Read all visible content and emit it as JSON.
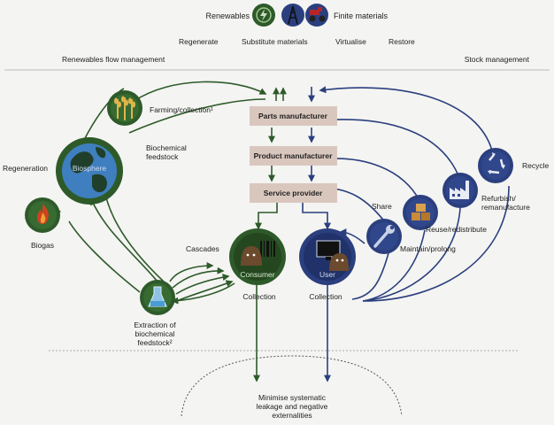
{
  "header": {
    "renewables": "Renewables",
    "finite_materials": "Finite materials",
    "regenerate": "Regenerate",
    "substitute_materials": "Substitute materials",
    "virtualise": "Virtualise",
    "restore": "Restore"
  },
  "sections": {
    "renewables_flow": "Renewables flow management",
    "stock_management": "Stock management"
  },
  "chain": {
    "parts_manufacturer": "Parts manufacturer",
    "product_manufacturer": "Product manufacturer",
    "service_provider": "Service provider"
  },
  "biological": {
    "farming": "Farming/collection¹",
    "biochemical_feedstock": [
      "Biochemical",
      "feedstock"
    ],
    "regeneration": "Regeneration",
    "biosphere": "Biosphere",
    "biogas": "Biogas",
    "cascades": "Cascades",
    "consumer": "Consumer",
    "collection": "Collection",
    "extraction": [
      "Extraction of",
      "biochemical",
      "feedstock²"
    ]
  },
  "technical": {
    "user": "User",
    "collection": "Collection",
    "share": "Share",
    "maintain": "Maintain/prolong",
    "reuse": "Reuse/redistribute",
    "refurbish": [
      "Refurbish/",
      "remanufacture"
    ],
    "recycle": "Recycle"
  },
  "bottom": {
    "leakage": [
      "Minimise systematic",
      "leakage and negative",
      "externalities"
    ]
  },
  "colors": {
    "green": "#2e5a2a",
    "blue": "#2b3f7e",
    "box": "#d9c7be"
  },
  "icons": {
    "renewables": "lightning-icon",
    "oil_rig": "oil-rig-icon",
    "tractor": "tractor-icon",
    "farming": "wheat-icon",
    "biosphere": "globe-icon",
    "biogas": "flame-icon",
    "extraction": "flask-icon",
    "consumer": "consumer-icon",
    "user": "computer-user-icon",
    "share": "wrench-icon",
    "reuse": "boxes-icon",
    "refurbish": "factory-icon",
    "recycle": "recycle-icon"
  }
}
